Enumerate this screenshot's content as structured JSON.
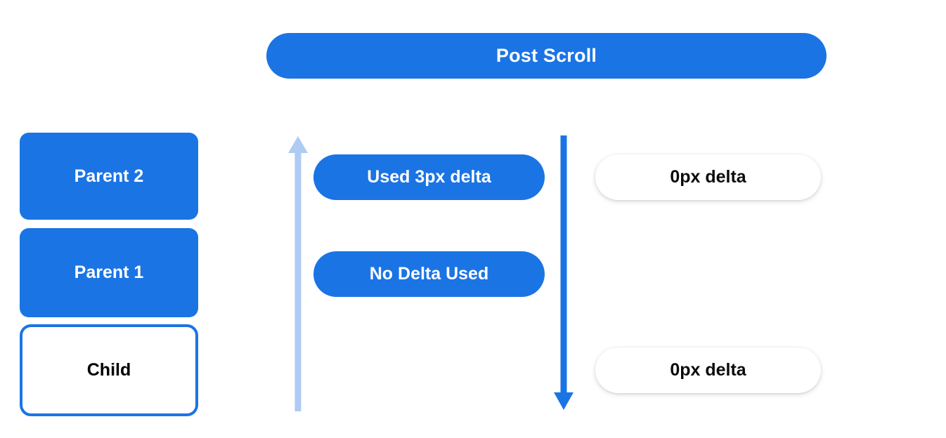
{
  "diagram": {
    "title": "Post Scroll",
    "colors": {
      "accent_blue": "#1b74e4",
      "light_blue": "#aecbf4",
      "background": "#ffffff",
      "text_dark": "#0b0b0b",
      "text_light": "#ffffff"
    },
    "header": {
      "label": "Post Scroll"
    },
    "stack": {
      "items": [
        {
          "label": "Parent 2",
          "style": "filled"
        },
        {
          "label": "Parent 1",
          "style": "filled"
        },
        {
          "label": "Child",
          "style": "outlined"
        }
      ]
    },
    "arrows": [
      {
        "name": "scroll-up-arrow",
        "direction": "up",
        "color": "#aecbf4"
      },
      {
        "name": "scroll-down-arrow",
        "direction": "down",
        "color": "#1b74e4"
      }
    ],
    "delta_pills": {
      "consumed": [
        {
          "label": "Used 3px delta"
        },
        {
          "label": "No Delta Used"
        }
      ],
      "remaining": [
        {
          "label": "0px delta"
        },
        {
          "label": "0px delta"
        }
      ]
    }
  }
}
